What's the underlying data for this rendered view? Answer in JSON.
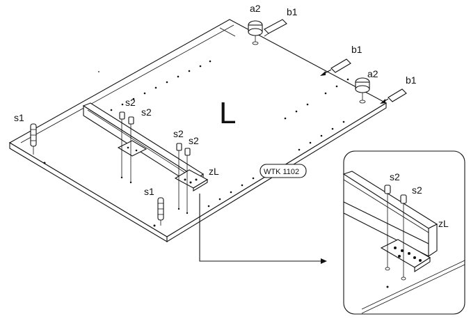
{
  "panel": {
    "side_letter": "L",
    "code_label": "WTK 1102"
  },
  "labels": {
    "a2_top": "a2",
    "b1_top": "b1",
    "b1_mid": "b1",
    "a2_right": "a2",
    "b1_right": "b1",
    "s2_a": "s2",
    "s2_b": "s2",
    "s2_c": "s2",
    "s2_d": "s2",
    "s1_left": "s1",
    "s1_bottom": "s1",
    "zl_main": "zL"
  },
  "detail": {
    "s2_left": "s2",
    "s2_right": "s2",
    "zl": "zL"
  }
}
